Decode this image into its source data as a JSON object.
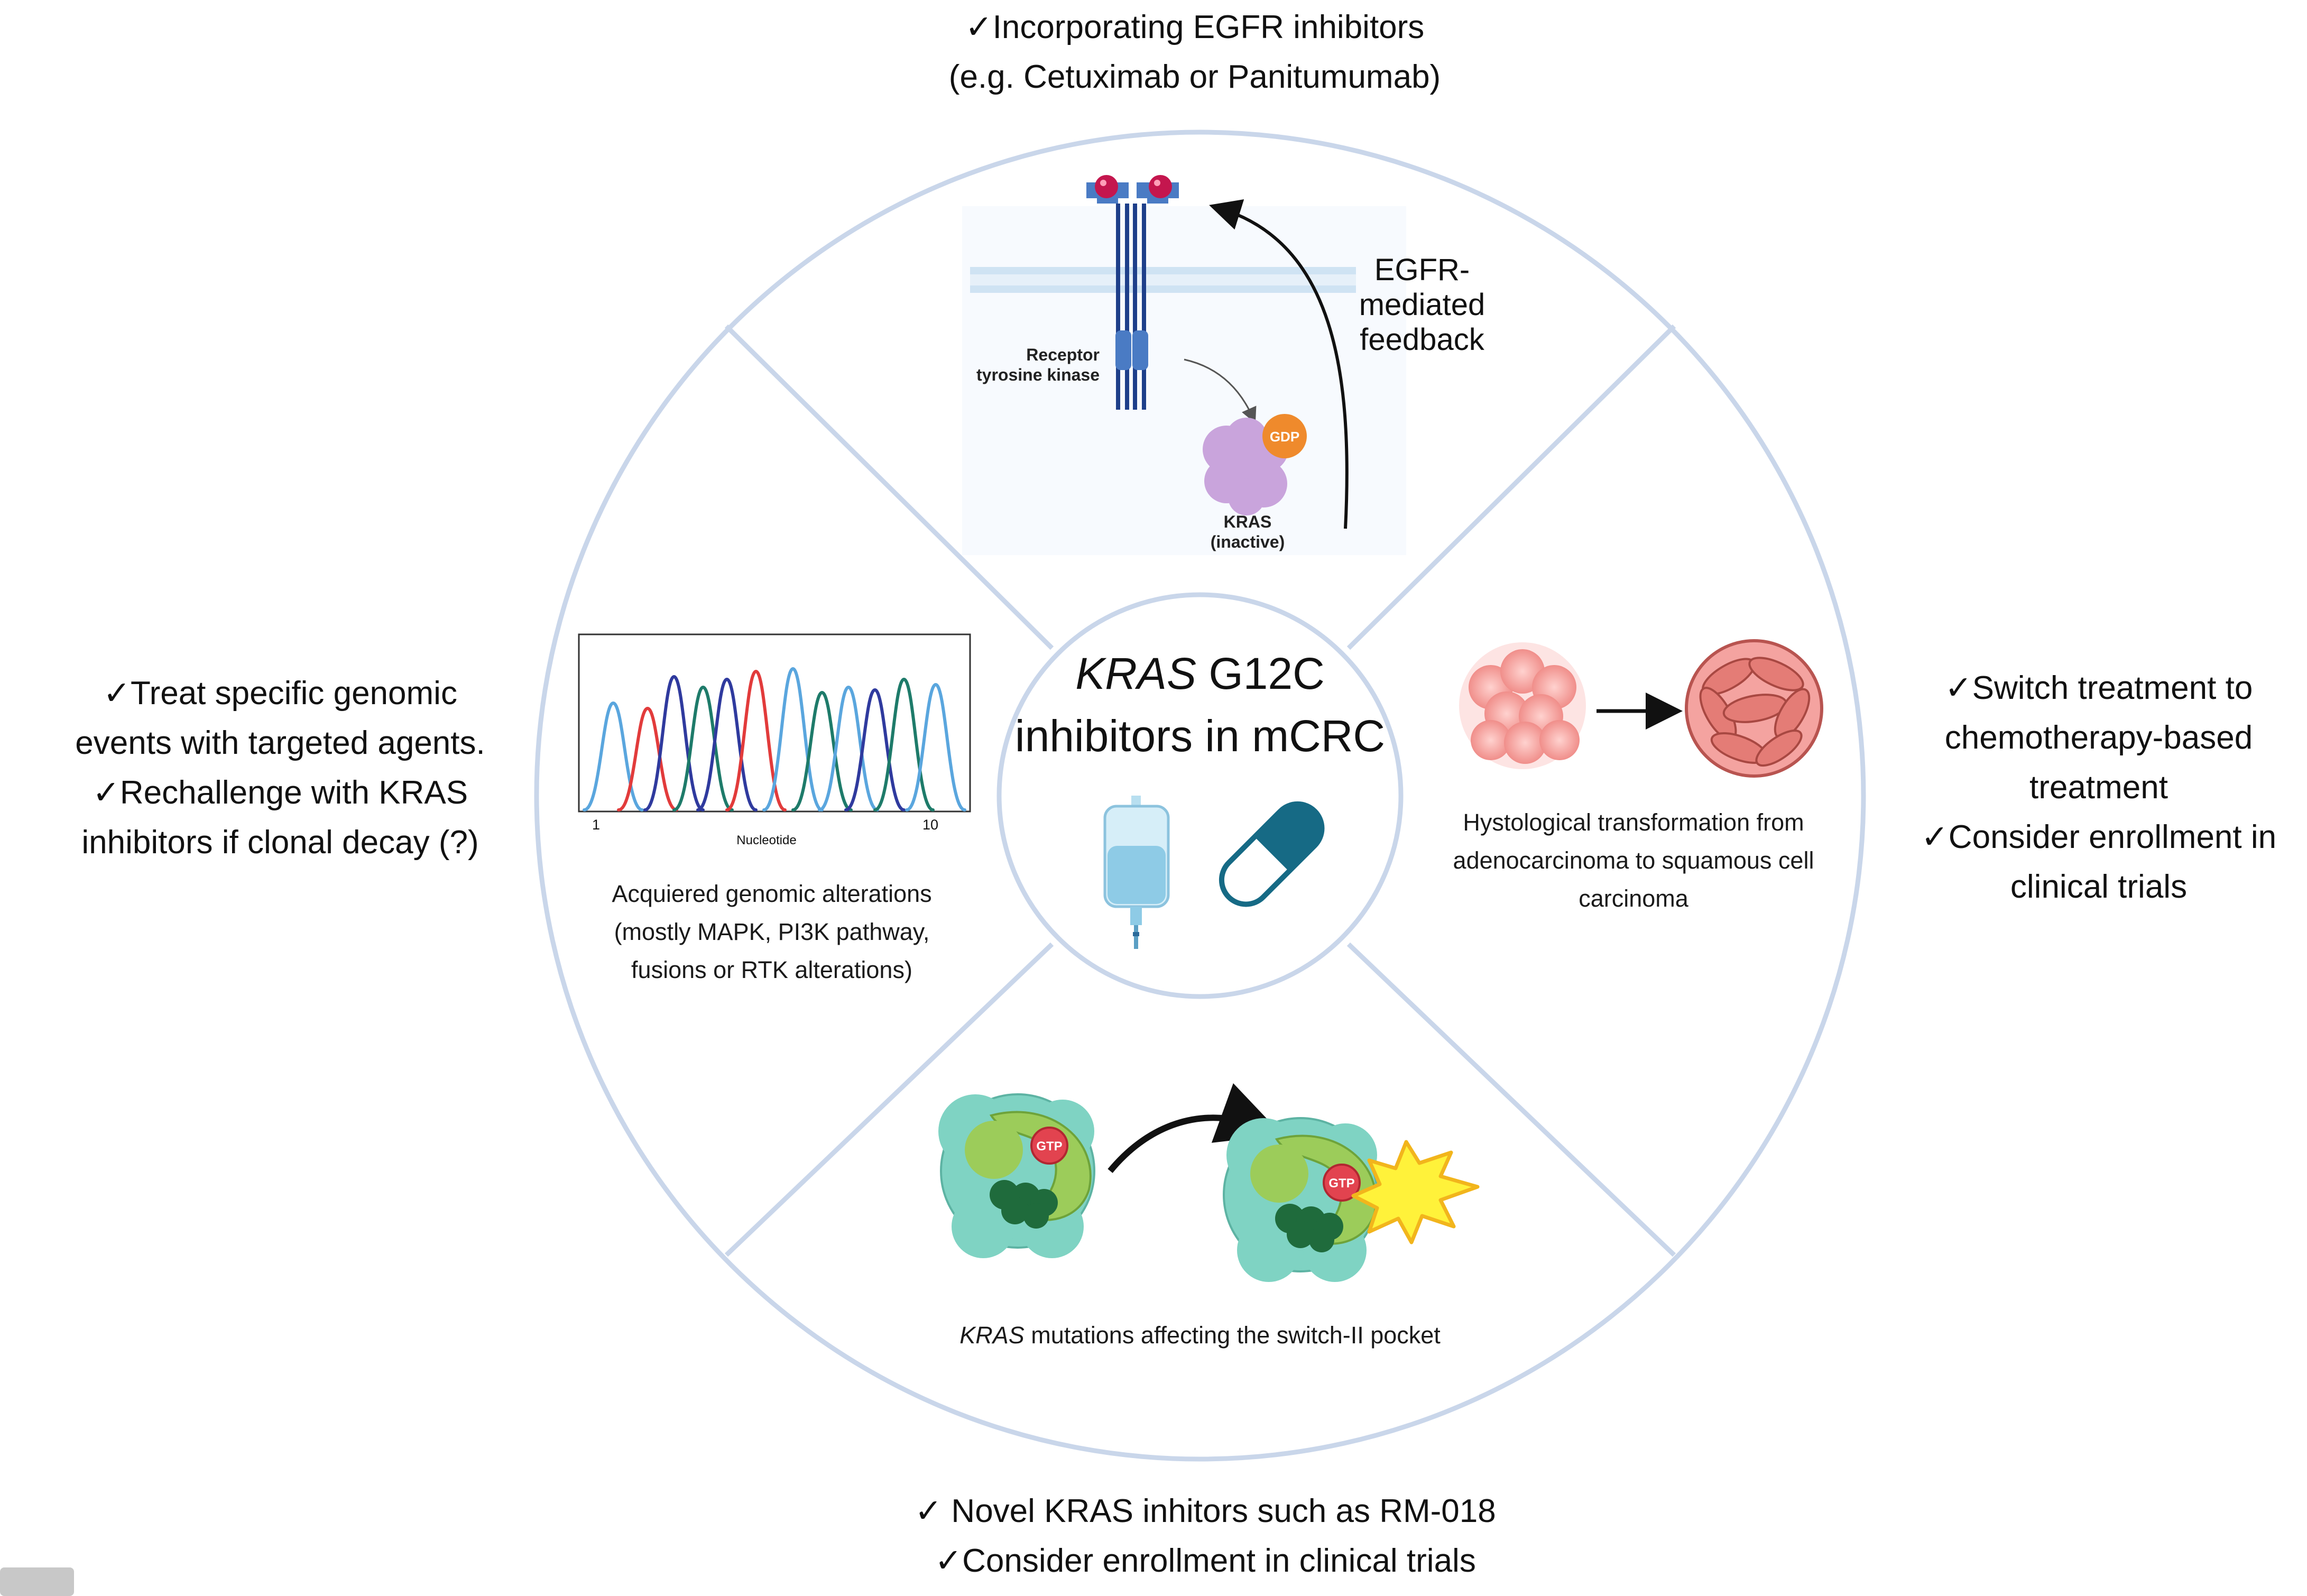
{
  "top_note": {
    "line1": "✓Incorporating EGFR inhibitors",
    "line2": "(e.g. Cetuximab or Panitumumab)"
  },
  "left_note": {
    "line1": "✓Treat specific genomic",
    "line2": "events with targeted agents.",
    "line3": "✓Rechallenge with KRAS",
    "line4": "inhibitors if clonal decay (?)"
  },
  "right_note": {
    "line1": "✓Switch treatment to",
    "line2": "chemotherapy-based",
    "line3": "treatment",
    "line4": "✓Consider enrollment in",
    "line5": "clinical trials"
  },
  "bottom_note": {
    "line1": "✓ Novel KRAS inhitors such as RM-018",
    "line2": "✓Consider enrollment in clinical trials"
  },
  "center": {
    "title_italic": "KRAS",
    "title_rest": " G12C",
    "title_line2": "inhibitors in mCRC"
  },
  "top_panel": {
    "feedback_line1": "EGFR-",
    "feedback_line2": "mediated",
    "feedback_line3": "feedback",
    "receptor_line1": "Receptor",
    "receptor_line2": "tyrosine kinase",
    "gdp": "GDP",
    "kras_line1": "KRAS",
    "kras_line2": "(inactive)"
  },
  "left_panel": {
    "x_tick_1": "1",
    "x_tick_10": "10",
    "x_label": "Nucleotide",
    "caption_line1": "Acquiered genomic alterations",
    "caption_line2": "(mostly MAPK, PI3K pathway,",
    "caption_line3": "fusions or RTK alterations)"
  },
  "right_panel": {
    "caption_line1": "Hystological transformation from",
    "caption_line2": "adenocarcinoma to squamous cell",
    "caption_line3": "carcinoma"
  },
  "bottom_panel": {
    "gtp_left": "GTP",
    "gtp_right": "GTP",
    "caption_italic": "KRAS",
    "caption_rest": " mutations affecting the switch-II pocket"
  },
  "colors": {
    "ring": "#c9d6ea",
    "membrane": "#cfe3f3",
    "receptor": "#4a7bc4",
    "kras": "#c9a4dc",
    "gdp": "#ef8a2c",
    "gtp": "#e2434f",
    "pill": "#166a85",
    "protein": "#7fd3c3",
    "tissue": "#f4a3a0"
  }
}
